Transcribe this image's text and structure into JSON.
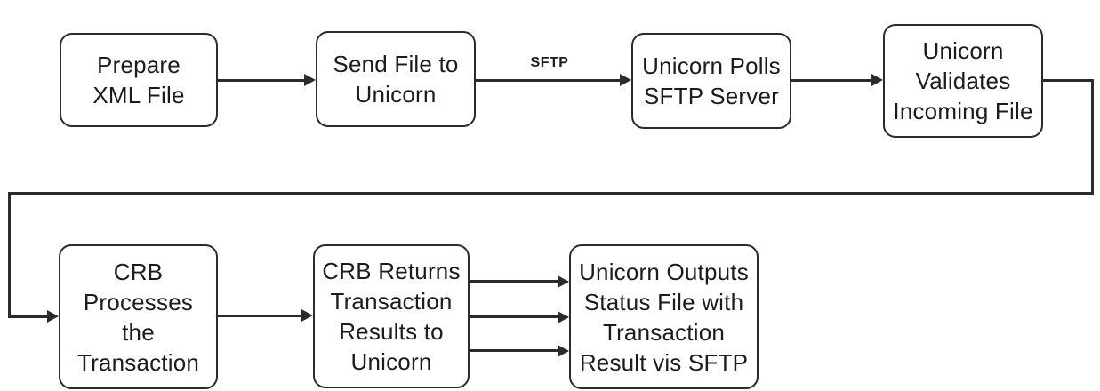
{
  "diagram": {
    "type": "flowchart",
    "background": "#ffffff",
    "colors": {
      "line": "#2b2b2b",
      "text": "#1c1c1c",
      "node_fill": "#ffffff"
    },
    "nodes": [
      {
        "id": "prepare-xml-file",
        "label": "Prepare\nXML File"
      },
      {
        "id": "send-file-to-unicorn",
        "label": "Send File to\nUnicorn"
      },
      {
        "id": "unicorn-polls-sftp-server",
        "label": "Unicorn Polls\nSFTP Server"
      },
      {
        "id": "unicorn-validates-incoming-file",
        "label": "Unicorn\nValidates\nIncoming File"
      },
      {
        "id": "crb-processes-the-transaction",
        "label": "CRB\nProcesses\nthe\nTransaction"
      },
      {
        "id": "crb-returns-transaction-results",
        "label": "CRB Returns\nTransaction\nResults to\nUnicorn"
      },
      {
        "id": "unicorn-outputs-status-file",
        "label": "Unicorn Outputs\nStatus File with\nTransaction\nResult vis SFTP"
      }
    ],
    "edges": [
      {
        "from": "prepare-xml-file",
        "to": "send-file-to-unicorn",
        "label": ""
      },
      {
        "from": "send-file-to-unicorn",
        "to": "unicorn-polls-sftp-server",
        "label": "SFTP"
      },
      {
        "from": "unicorn-polls-sftp-server",
        "to": "unicorn-validates-incoming-file",
        "label": ""
      },
      {
        "from": "unicorn-validates-incoming-file",
        "to": "crb-processes-the-transaction",
        "label": "",
        "style": "elbow-right-down-left-down"
      },
      {
        "from": "crb-processes-the-transaction",
        "to": "crb-returns-transaction-results",
        "label": ""
      },
      {
        "from": "crb-returns-transaction-results",
        "to": "unicorn-outputs-status-file",
        "label": "",
        "style": "triple-parallel"
      }
    ]
  }
}
